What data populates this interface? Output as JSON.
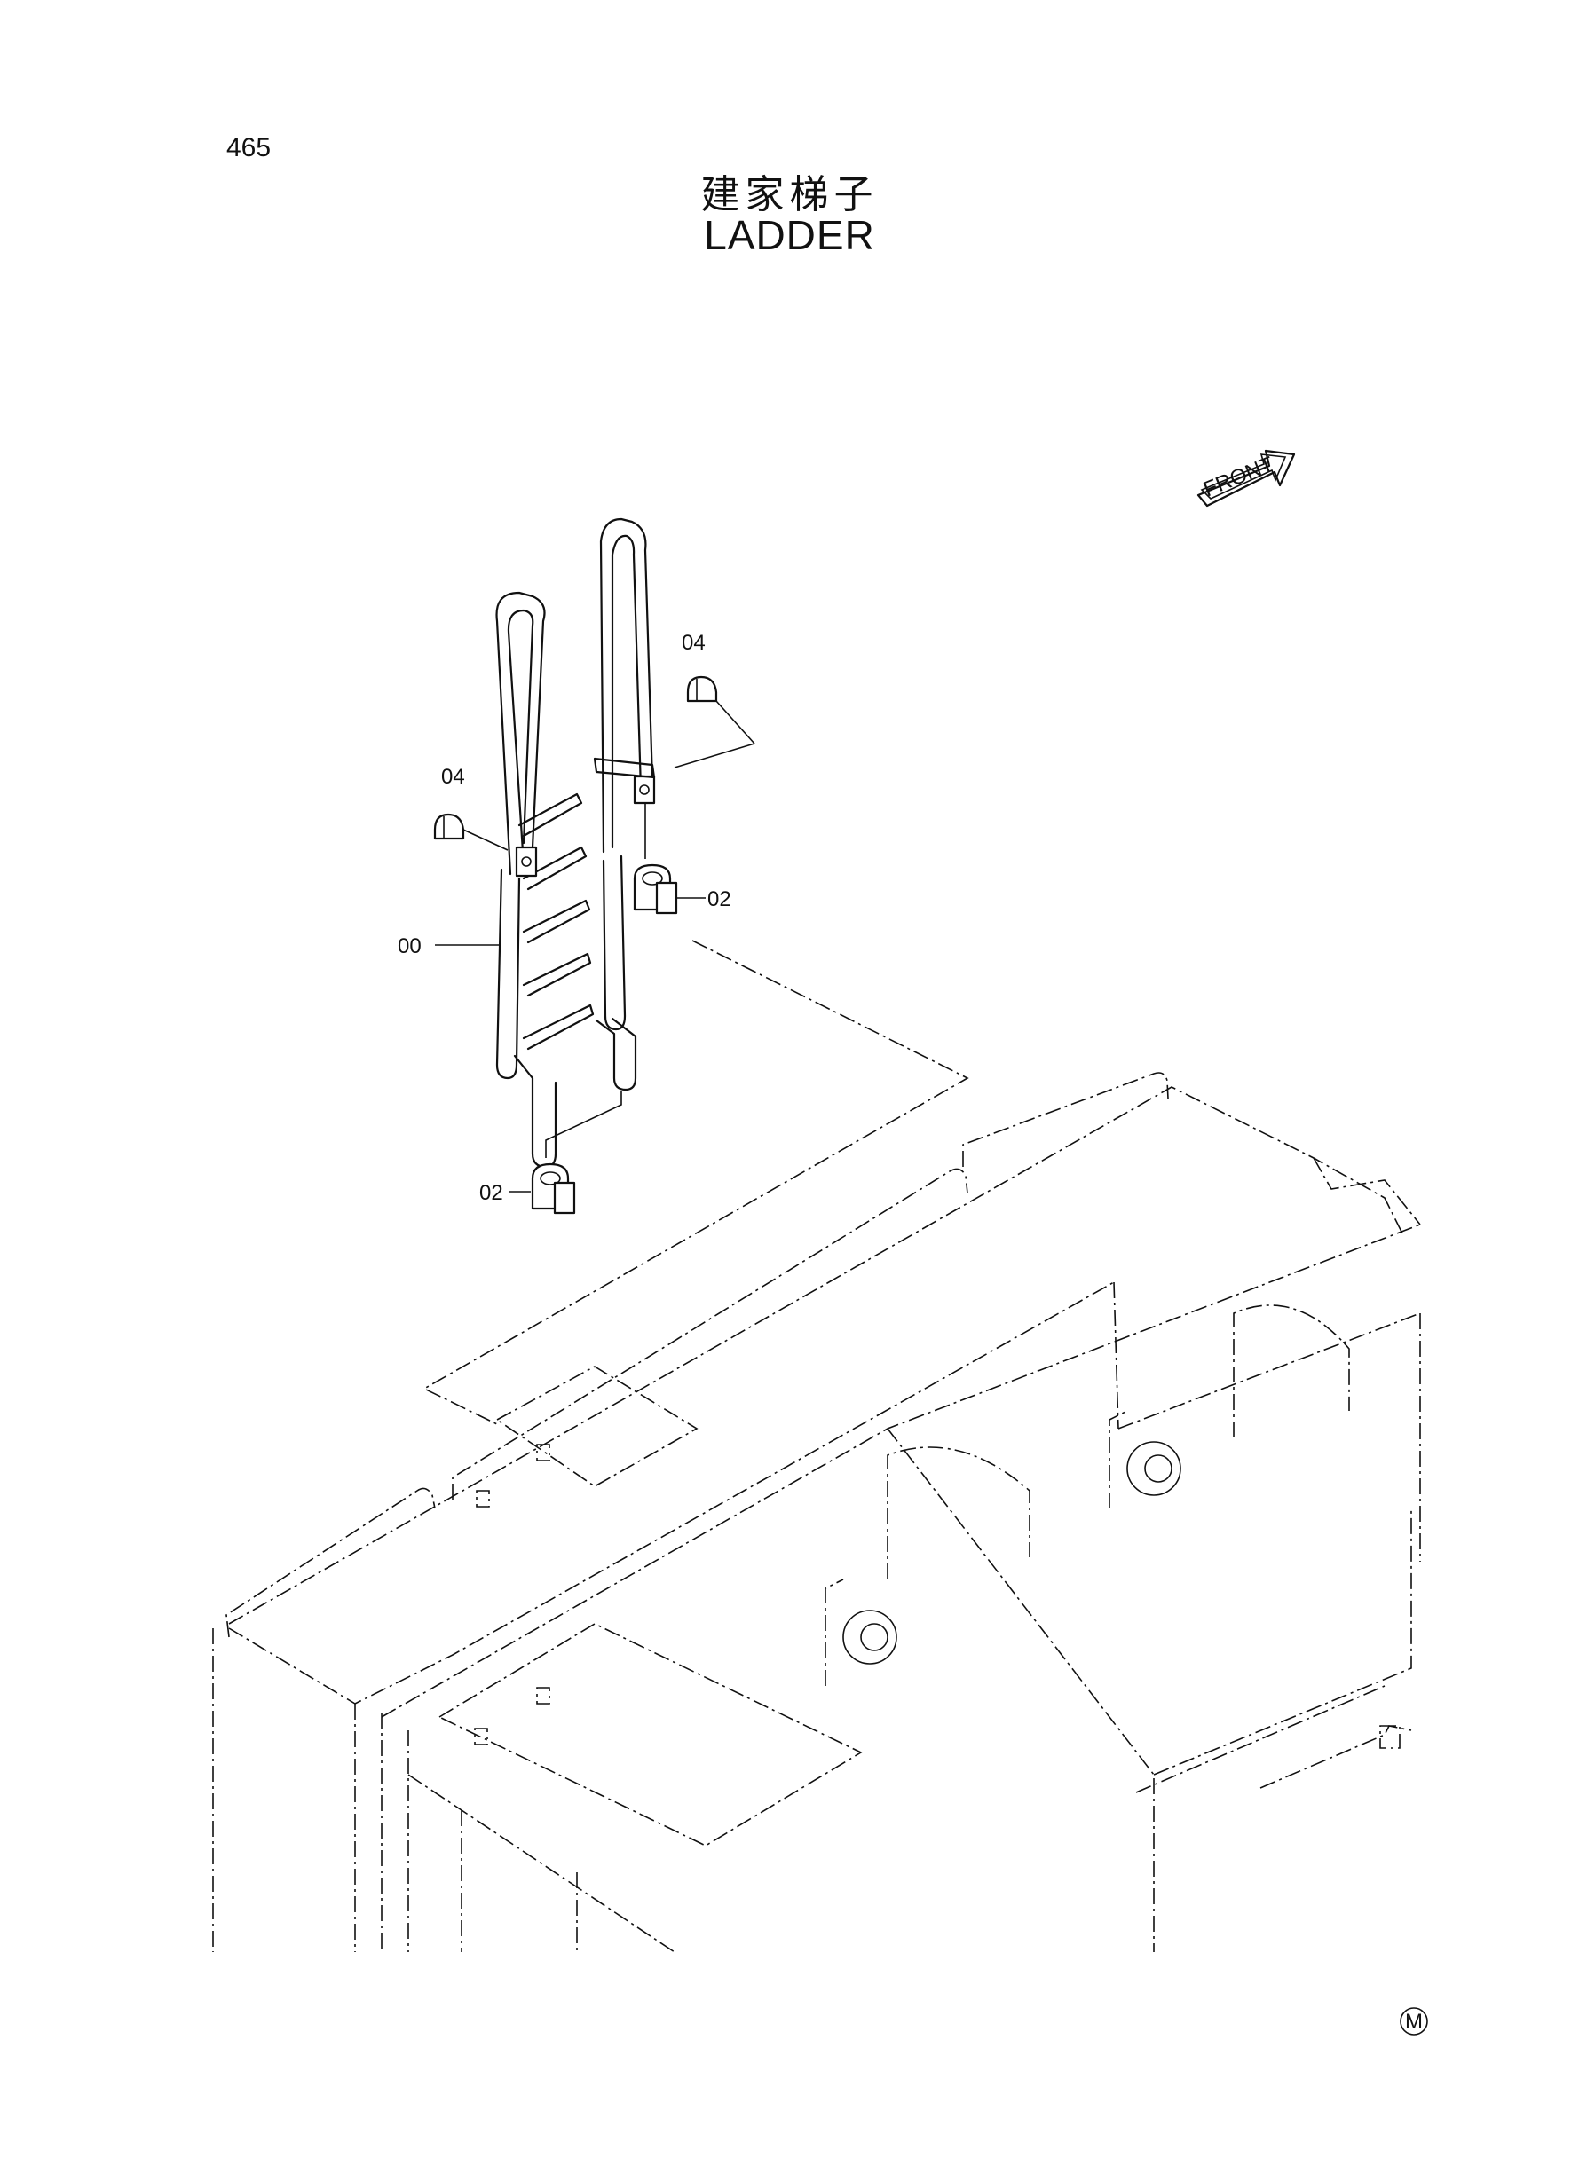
{
  "page_number": "465",
  "title_cn": "建家梯子",
  "title_en": "LADDER",
  "direction_label": "FRONT",
  "callouts": {
    "ladder": "00",
    "cushion_upper": "02",
    "cushion_lower": "02",
    "pin_left": "04",
    "pin_right": "04"
  },
  "corner_mark": "M"
}
